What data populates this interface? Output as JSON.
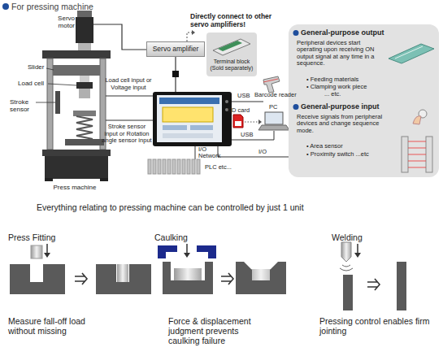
{
  "diagram": {
    "title": "For pressing machine",
    "nodes": [
      {
        "text": [
          "Servo amplifier"
        ]
      },
      {
        "text": [
          "General-purpose output",
          "Peripheral devices start operating upon receiving ON output signal at any time in a sequence.",
          "• Feeding materials",
          "• Clamping work piece",
          "... etc.",
          "General-purpose input",
          "Receive signals from peripheral devices and change sequence mode.",
          "• Area sensor",
          "• Proximity switch ...etc"
        ]
      }
    ],
    "labels": [
      "Servo motor",
      "Slider",
      "Load cell",
      "Stroke sensor",
      "Press machine",
      "Directly connect to other servo amplifiers!",
      "Terminal block (Sold separately)",
      "Load cell input or Voltage input",
      "Stroke sensor input or Rotation angle sensor input",
      "USB",
      "Barcode reader",
      "SD card",
      "PC",
      "USB",
      "I/O",
      "Network",
      "PLC etc...",
      "I/O",
      "Everything relating to pressing machine can be controlled by just 1 unit",
      "Press Fitting",
      "Caulking",
      "Welding",
      "Measure fall-off load without missing",
      "Force & displacement judgment prevents caulking failure",
      "Pressing control enables firm jointing"
    ]
  }
}
